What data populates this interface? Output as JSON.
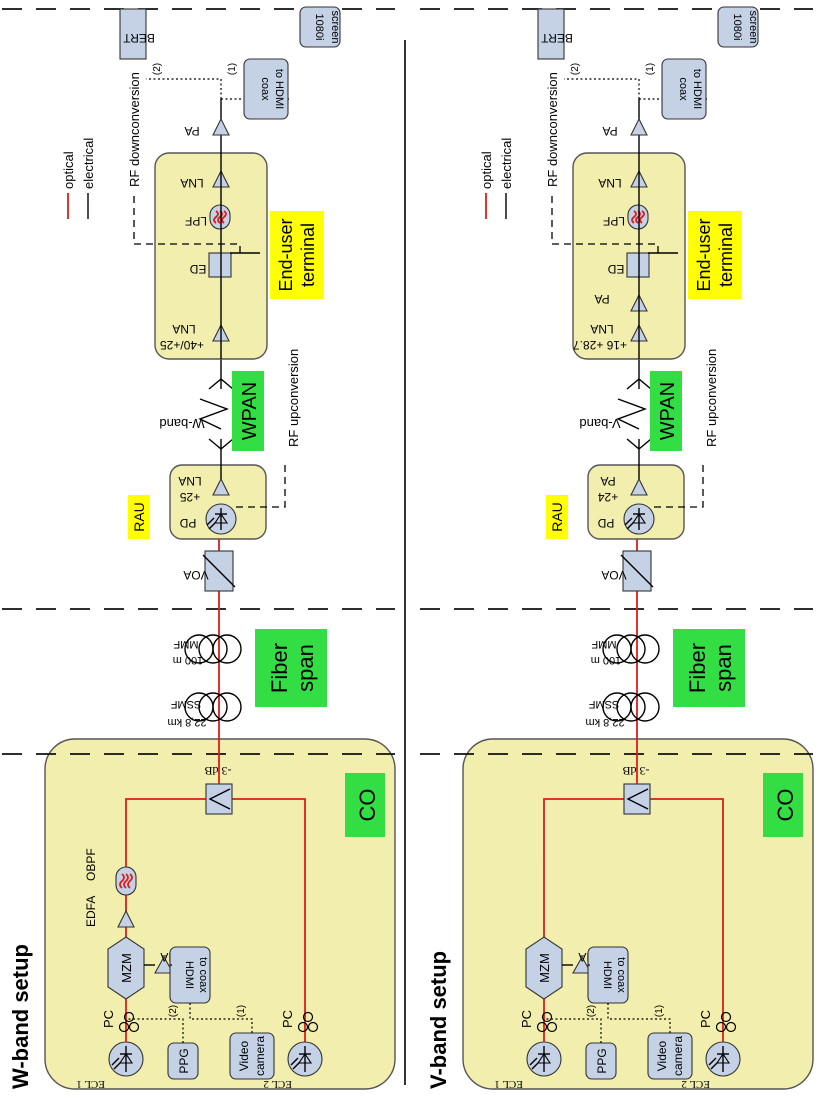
{
  "setups": [
    {
      "title": "W-band setup",
      "co": {
        "label": "CO",
        "ecl1": "ECL 1",
        "ecl2": "ECL 2",
        "pc1": "PC",
        "pc2": "PC",
        "ppg": "PPG",
        "video_line1": "Video",
        "video_line2": "camera",
        "hdmi_line1": "HDMI",
        "hdmi_line2": "to coax",
        "port2": "(2)",
        "port1": "(1)",
        "mzm": "MZM",
        "lna": "LNA",
        "edfa": "EDFA",
        "obpf": "OBPF",
        "coupler": "-3 dB"
      },
      "fiber": {
        "label1": "Fiber",
        "label2": "span",
        "ssmf_len": "22,8 km",
        "ssmf": "SSMF",
        "mmf_len": "100 m",
        "mmf": "MMF"
      },
      "voa": "VOA",
      "rau": {
        "label": "RAU",
        "pd": "PD",
        "amp_gain": "+25",
        "amp": "LNA"
      },
      "wireless_band": "W-band",
      "wpan": "WPAN",
      "rf_up": "RF upconversion",
      "rf_down": "RF downconversion",
      "terminal": {
        "label1": "End-user",
        "label2": "terminal",
        "gain": "+40/+25",
        "amp1": "LNA",
        "amp2": "",
        "ed": "ED",
        "lpf": "LPF",
        "lna2": "LNA",
        "pa": "PA",
        "coax_line1": "coax",
        "coax_line2": "to HDMI",
        "screen_line1": "1080i",
        "screen_line2": "screen",
        "bert": "BERT",
        "port2": "(2)",
        "port1": "(1)"
      },
      "legend": {
        "optical": "optical",
        "electrical": "electrical"
      },
      "has_edfa": true
    },
    {
      "title": "V-band setup",
      "co": {
        "label": "CO",
        "ecl1": "ECL 1",
        "ecl2": "ECL 2",
        "pc1": "PC",
        "pc2": "PC",
        "ppg": "PPG",
        "video_line1": "Video",
        "video_line2": "camera",
        "hdmi_line1": "HDMI",
        "hdmi_line2": "to coax",
        "port2": "(2)",
        "port1": "(1)",
        "mzm": "MZM",
        "lna": "LNA",
        "edfa": "",
        "obpf": "",
        "coupler": "-3 dB"
      },
      "fiber": {
        "label1": "Fiber",
        "label2": "span",
        "ssmf_len": "22,8 km",
        "ssmf": "SSMF",
        "mmf_len": "100 m",
        "mmf": "MMF"
      },
      "voa": "VOA",
      "rau": {
        "label": "RAU",
        "pd": "PD",
        "amp_gain": "+24",
        "amp": "PA"
      },
      "wireless_band": "V-band",
      "wpan": "WPAN",
      "rf_up": "RF upconversion",
      "rf_down": "RF downconversion",
      "terminal": {
        "label1": "End-user",
        "label2": "terminal",
        "gain": "+16 +28.7",
        "amp1": "LNA",
        "amp2": "PA",
        "ed": "ED",
        "lpf": "LPF",
        "lna2": "LNA",
        "pa": "PA",
        "coax_line1": "coax",
        "coax_line2": "to HDMI",
        "screen_line1": "1080i",
        "screen_line2": "screen",
        "bert": "BERT",
        "port2": "(2)",
        "port1": "(1)"
      },
      "legend": {
        "optical": "optical",
        "electrical": "electrical"
      },
      "has_edfa": false
    }
  ],
  "colors": {
    "box_fill": "#f2eeae",
    "device_fill": "#c5d2e6",
    "optical": "#e01b1b",
    "green_label": "#33dd44",
    "yellow_label": "#ffff00"
  }
}
